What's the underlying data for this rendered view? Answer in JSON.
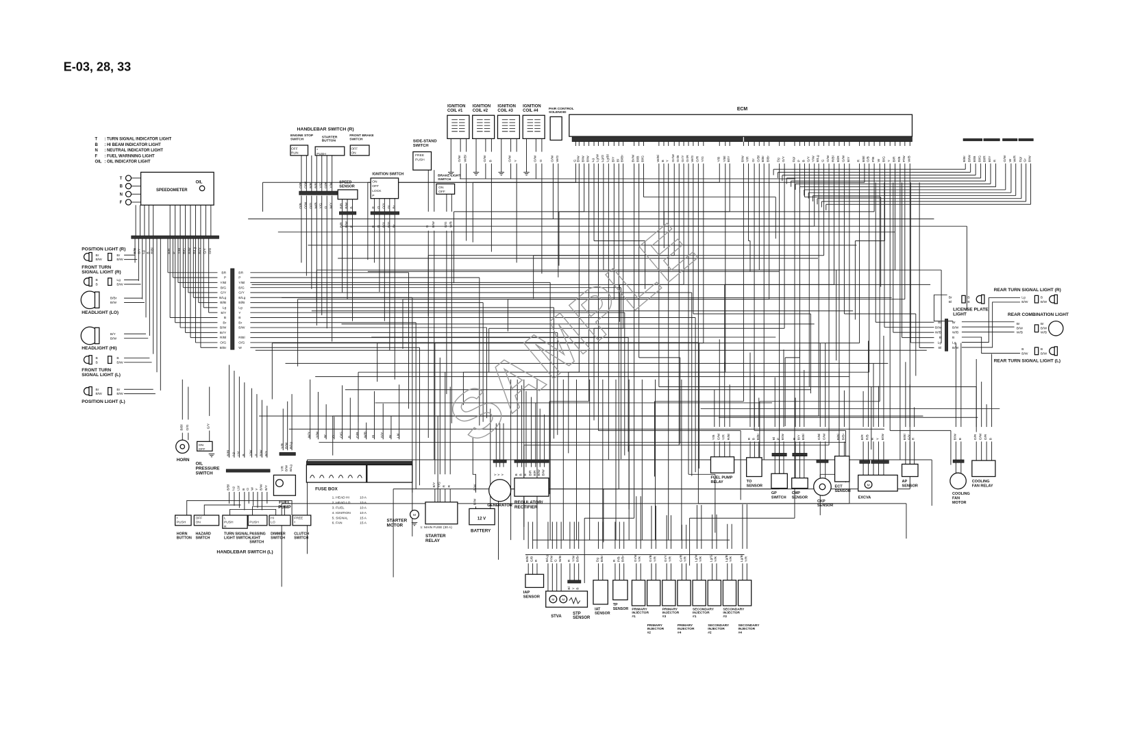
{
  "title": "E-03, 28, 33",
  "watermark": "SAMPLE",
  "legend": [
    {
      "key": "T",
      "text": ": TURN SIGNAL INDICATOR LIGHT"
    },
    {
      "key": "B",
      "text": ": HI BEAM INDICATOR LIGHT"
    },
    {
      "key": "N",
      "text": ": NEUTRAL INDICATOR LIGHT"
    },
    {
      "key": "F",
      "text": ": FUEL WARNNING LIGHT"
    },
    {
      "key": "OIL",
      "text": ": OIL INDICATOR LIGHT"
    }
  ],
  "speedometer": {
    "label": "SPEEDOMETER",
    "oil": "OIL",
    "indicators": [
      "T",
      "B",
      "N",
      "F"
    ],
    "wires_left": [
      "Bl/B",
      "B/Y",
      "Lg",
      "B",
      "R/Bl"
    ],
    "wires_right": [
      "B/R",
      "P",
      "Y/Bl",
      "B/G",
      "B/W",
      "B/Lg",
      "Br/Y",
      "G/Y",
      "O/G"
    ]
  },
  "front_lights": [
    {
      "label": [
        "POSITION LIGHT (R)"
      ],
      "bulb_wires": [
        "Br",
        "B/W"
      ],
      "harness_wires": [
        "Br",
        "B/W"
      ]
    },
    {
      "label": [
        "FRONT TURN",
        "SIGNAL LIGHT (R)"
      ],
      "bulb_wires": [
        "B",
        "B"
      ],
      "harness_wires": [
        "Lg",
        "B/W"
      ]
    },
    {
      "label": [
        "HEADLIGHT (LO)"
      ],
      "bulb_wires": [],
      "harness_wires": [
        "B/Br",
        "B/W"
      ]
    },
    {
      "label": [
        "HEADLIGHT (HI)"
      ],
      "bulb_wires": [],
      "harness_wires": [
        "B/Y",
        "B/W"
      ]
    },
    {
      "label": [
        "FRONT TURN",
        "SIGNAL LIGHT (L)"
      ],
      "bulb_wires": [
        "B",
        "B"
      ],
      "harness_wires": [
        "B",
        "B/W"
      ]
    },
    {
      "label": [
        "POSITION LIGHT (L)"
      ],
      "bulb_wires": [
        "Br",
        "B/W"
      ],
      "harness_wires": [
        "Br",
        "B/W"
      ]
    }
  ],
  "joint_connector": {
    "left": [
      "BR",
      "P",
      "Y/Bl",
      "B/G",
      "G/Y",
      "B/Lg",
      "Bl/B",
      "Lg",
      "B/Y",
      "B",
      "Br",
      "B/W",
      "Br/Y",
      "R/Bl",
      "O/G",
      "B/Br"
    ],
    "right": [
      "BR",
      "P",
      "Y/Bl",
      "B/G",
      "G/Y",
      "B/Lg",
      "Bl/B",
      "Lg",
      "Y",
      "B",
      "Br",
      "B/W",
      "",
      "R/Bl",
      "O/G",
      "W"
    ]
  },
  "handlebar_switch_r": {
    "title": "HANDLEBAR SWITCH (R)",
    "engine_stop": [
      "ENGINE STOP",
      "SWITCH"
    ],
    "starter": [
      "STARTER",
      "BUTTON"
    ],
    "front_brake": [
      "FRONT BRAKE",
      "SWITCH"
    ],
    "engine_stop_states": [
      "OFF",
      "RUN"
    ],
    "starter_states": [
      "•",
      "PUSH"
    ],
    "front_brake_states": [
      "OFF",
      "ON"
    ],
    "wires_upper": [
      "O/B",
      "O/W",
      "B/R",
      "B/Bl",
      "Y/G",
      "O/R",
      "Y/W"
    ],
    "wires_lower": [
      "O/B",
      "O/W",
      "O/G",
      "W/B",
      "Y/G",
      "O",
      "W/Y"
    ]
  },
  "speed_sensor": {
    "label": [
      "SPEED",
      "SENSOR"
    ],
    "wires_upper": [
      "B/R",
      "B/W",
      "B"
    ],
    "wires_lower": [
      "B/R",
      "B/W",
      "P"
    ]
  },
  "ignition_switch": {
    "label": "IGNITION SWITCH",
    "positions": [
      "ON",
      "OFF",
      "LOCK",
      "P"
    ],
    "wires_upper": [
      "R",
      "O",
      "O/Y",
      "Gr",
      "Br"
    ],
    "wires_lower": [
      "R",
      "O",
      "O/Y",
      "O/G",
      "Br"
    ]
  },
  "side_stand_switch": {
    "label": [
      "SIDE-STAND",
      "SWITCH"
    ],
    "states": [
      "FREE",
      "PUSH"
    ],
    "wires": [
      "G",
      "B/W"
    ]
  },
  "brake_light_switch": {
    "label": [
      "BRAKE LIGHT",
      "SWITCH"
    ],
    "states": [
      "ON",
      "OFF"
    ],
    "wires": [
      "O/G",
      "W/B"
    ]
  },
  "ignition_coils": [
    {
      "label": [
        "IGNITION",
        "COIL #1"
      ],
      "wires": [
        "O/W",
        "W/Bl"
      ]
    },
    {
      "label": [
        "IGNITION",
        "COIL #2"
      ],
      "wires": [
        "O/W",
        "B"
      ]
    },
    {
      "label": [
        "IGNITION",
        "COIL #3"
      ],
      "wires": [
        "O/W",
        "Y"
      ]
    },
    {
      "label": [
        "IGNITION",
        "COIL #4"
      ],
      "wires": [
        "O/W",
        "G"
      ]
    }
  ],
  "pair_control_solenoid": {
    "label": [
      "PAIR CONTROL",
      "SOLENOID"
    ],
    "wires": [
      "O/W",
      "W/G"
    ]
  },
  "ecm": {
    "label": "ECM",
    "pins": [
      "G",
      "B/W",
      "B/W",
      "B/W",
      "Lg",
      "Lg/W",
      "Lg/G",
      "Lg/Bl",
      "B/Y",
      "Bl",
      "Bl/Br",
      "Br/W",
      "Bl/B",
      "Bl/G",
      "W/Bl",
      "B",
      "Y",
      "Gr/W",
      "Gr/B",
      "Gr/Y",
      "Gr/R",
      "W/G",
      "O/R",
      "Y/G",
      "Y/B",
      "Y/Bl",
      "Bl/Y",
      "B/W",
      "Y/R",
      "Gr",
      "O/Bl",
      "B/Br",
      "B/Br",
      "Dg",
      "G/Y",
      "Dgr",
      "P",
      "B",
      "G/Y",
      "Y/W",
      "B/Lg",
      "G",
      "O/W",
      "R/Bl",
      "Bl/R",
      "G/W",
      "B/Y",
      "R",
      "B/Bl",
      "O/B",
      "P/B",
      "W",
      "B/G",
      "Y",
      "B/R",
      "R/B",
      "P/W",
      "W/B"
    ],
    "aux_pins": [
      "B/Br",
      "Bl/W",
      "Bl/B",
      "Bl/G",
      "Bl/R",
      "Bl/Y",
      "R",
      "O/W",
      "W",
      "W/R",
      "Dgr",
      "Gr",
      "B/W"
    ]
  },
  "rear": {
    "license_plate_light": [
      "LICENSE PLATE",
      "LIGHT"
    ],
    "rear_turn_r": "REAR TURN SIGNAL LIGHT (R)",
    "rear_combination": "REAR COMBINATION LIGHT",
    "rear_turn_l": "REAR TURN SIGNAL LIGHT (L)",
    "joint_left": [
      "Br",
      "B/W",
      "W/B",
      "B",
      "Lg",
      "Bl"
    ],
    "joint_right": [
      "Br",
      "B/W",
      "W/B",
      "B",
      "Lg",
      "B/W"
    ],
    "license_wires": [
      "Br",
      "Bl",
      "B",
      "B"
    ],
    "turn_r_wires": [
      "Lg",
      "B/W",
      "B",
      "B/W"
    ],
    "combination_wires": [
      "Br",
      "B/W",
      "W/B",
      "Br",
      "B/W",
      "W/B"
    ],
    "turn_l_wires": [
      "B",
      "B/W",
      "B",
      "B/W"
    ]
  },
  "horn": {
    "label": "HORN",
    "wires": [
      "B/Bl",
      "O/G"
    ]
  },
  "oil_pressure_switch": {
    "label": [
      "OIL",
      "PRESSURE",
      "SWITCH"
    ],
    "states": [
      "ON",
      "OFF"
    ],
    "wires": [
      "G/Y"
    ]
  },
  "handlebar_connector": {
    "wires_upper": [
      "B/Bl",
      "Lg",
      "Lbl",
      "B",
      "Y/W",
      "Y",
      "B/W",
      "B/Y"
    ],
    "wires_lower": [
      "B/Bl",
      "Lg",
      "Lbl",
      "B",
      "O",
      "W",
      "Y",
      "B/W",
      "B/Y"
    ]
  },
  "fuel_pump": {
    "label": [
      "FUEL",
      "PUMP"
    ],
    "wires": [
      "Y/R",
      "B/W",
      "B/Lg"
    ]
  },
  "fuse_box": {
    "label": "FUSE BOX",
    "wires": [
      "W/Y",
      "Y/W",
      "W",
      "O",
      "O/G",
      "B",
      "O/R",
      "W/B",
      "Bl",
      "G/Y",
      "Br",
      "Lbl"
    ],
    "fuses": [
      {
        "name": "1. HEAD HI",
        "amps": "10 A"
      },
      {
        "name": "2. HEAD LO",
        "amps": "10 A"
      },
      {
        "name": "3. FUEL",
        "amps": "10 A"
      },
      {
        "name": "4. IGNITION",
        "amps": "10 A"
      },
      {
        "name": "5. SIGNAL",
        "amps": "15 A"
      },
      {
        "name": "6. FAN",
        "amps": "15 A"
      }
    ]
  },
  "handlebar_switch_l": {
    "title": "HANDLEBAR SWITCH (L)",
    "switches": [
      {
        "label": [
          "HORN",
          "BUTTON"
        ],
        "states": [
          "•",
          "PUSH"
        ]
      },
      {
        "label": [
          "HAZARD",
          "SWITCH"
        ],
        "states": [
          "OFF",
          "ON"
        ]
      },
      {
        "label": [
          "TURN SIGNAL",
          "LIGHT SWITCH"
        ],
        "states": [
          "L",
          "PUSH",
          "R"
        ]
      },
      {
        "label": [
          "PASSING",
          "LIGHT",
          "SWITCH"
        ],
        "states": [
          "",
          "PUSH"
        ]
      },
      {
        "label": [
          "DIMMER",
          "SWITCH"
        ],
        "states": [
          "HI",
          "LO"
        ]
      },
      {
        "label": [
          "CLUTCH",
          "SWITCH"
        ],
        "states": [
          "FREE",
          "•"
        ]
      }
    ]
  },
  "starter": {
    "motor_label": [
      "STARTER",
      "MOTOR"
    ],
    "motor_symbol": "M",
    "relay_label": [
      "STARTER",
      "RELAY"
    ],
    "main_fuse": "1: MAIN FUSE (30 A)",
    "wires": [
      "B/Y",
      "Y/G",
      "R",
      "R"
    ]
  },
  "battery": {
    "label": "BATTERY",
    "voltage": "12 V",
    "wires": [
      "B/W",
      "B/W"
    ]
  },
  "generator": {
    "label": "GENERATOR",
    "wires": [
      "Y",
      "Y",
      "Y"
    ]
  },
  "regulator": {
    "label": [
      "REGULATOR/",
      "RECTIFIER"
    ],
    "wires": [
      "B",
      "B",
      "B",
      "B/R",
      "B/R",
      "B/W",
      "B/W"
    ]
  },
  "bottom_sensors": {
    "iap": {
      "label": [
        "IAP",
        "SENSOR"
      ],
      "wires": [
        "B/Bl",
        "G/B",
        "R"
      ]
    },
    "stva": {
      "label": "STVA",
      "motor_symbol": "M",
      "wires": [
        "B/Lg",
        "P/W",
        "G",
        "W/B"
      ]
    },
    "stp": {
      "label": [
        "STP",
        "SENSOR"
      ],
      "wires": [
        "R",
        "Y/W",
        "B/Br"
      ],
      "pins": [
        "Bl",
        "Y",
        "B"
      ]
    },
    "iat": {
      "label": [
        "IAT",
        "SENSOR"
      ],
      "wires": [
        "Dg",
        "B/Br"
      ]
    },
    "tp": {
      "label": [
        "TP",
        "SENSOR"
      ],
      "wires": [
        "R",
        "P/B",
        "B/Br"
      ]
    },
    "injectors": [
      {
        "label": [
          "PRIMARY",
          "INJECTOR",
          "#1"
        ],
        "wires": [
          "Gr/W",
          "Y/R"
        ]
      },
      {
        "label": [
          "PRIMARY",
          "INJECTOR",
          "#2"
        ],
        "wires": [
          "Gr/B",
          "Y/R"
        ]
      },
      {
        "label": [
          "PRIMARY",
          "INJECTOR",
          "#3"
        ],
        "wires": [
          "Gr/Y",
          "Y/R"
        ]
      },
      {
        "label": [
          "PRIMARY",
          "INJECTOR",
          "#4"
        ],
        "wires": [
          "Gr/R",
          "Y/R"
        ]
      },
      {
        "label": [
          "SECONDARY",
          "INJECTOR",
          "#1"
        ],
        "wires": [
          "Lg/W",
          "Y/R"
        ]
      },
      {
        "label": [
          "SECONDARY",
          "INJECTOR",
          "#2"
        ],
        "wires": [
          "Lg/G",
          "Y/R"
        ]
      },
      {
        "label": [
          "SECONDARY",
          "INJECTOR",
          "#3"
        ],
        "wires": [
          "Lg/B",
          "Y/R"
        ]
      },
      {
        "label": [
          "SECONDARY",
          "INJECTOR",
          "#4"
        ],
        "wires": [
          "Lg/Bl",
          "Y/R"
        ]
      }
    ]
  },
  "right_sensors": {
    "fuel_pump_relay": {
      "label": [
        "FUEL PUMP",
        "RELAY"
      ],
      "wires": [
        "Y/B",
        "O/W",
        "Y/R",
        "R/Bl"
      ]
    },
    "to_sensor": {
      "label": [
        "TO",
        "SENSOR"
      ],
      "wires": [
        "R",
        "B",
        "B/Br"
      ]
    },
    "gp_switch": {
      "label": [
        "GP",
        "SWITCH"
      ],
      "wires": [
        "Bl",
        "P",
        "B/W"
      ]
    },
    "cmp_sensor": {
      "label": [
        "CMP",
        "SENSOR"
      ],
      "wires": [
        "R",
        "B/Y",
        "B/Bl"
      ]
    },
    "ckp_sensor": {
      "label": [
        "CKP",
        "SENSOR"
      ],
      "wires": [
        "O/Bl",
        "O/W"
      ]
    },
    "ect_sensor": {
      "label": [
        "ECT",
        "SENSOR"
      ],
      "wires": [
        "B/Bl",
        "B/Br"
      ]
    },
    "excva": {
      "label": "EXCVA",
      "wires": [
        "B/R",
        "R/B",
        "R",
        "Y",
        "B/W"
      ],
      "motor_symbol": "M"
    },
    "ap_sensor": {
      "label": [
        "AP",
        "SENSOR"
      ],
      "wires": [
        "B/Bl",
        "G/Y",
        "R"
      ]
    },
    "cooling_fan_motor": {
      "label": [
        "COOLING",
        "FAN",
        "MOTOR"
      ],
      "wires": [
        "B/W",
        "B"
      ]
    },
    "cooling_fan_relay": {
      "label": [
        "COOLING",
        "FAN RELAY"
      ],
      "wires": [
        "O/R",
        "O/W",
        "O/R",
        "B"
      ]
    }
  }
}
